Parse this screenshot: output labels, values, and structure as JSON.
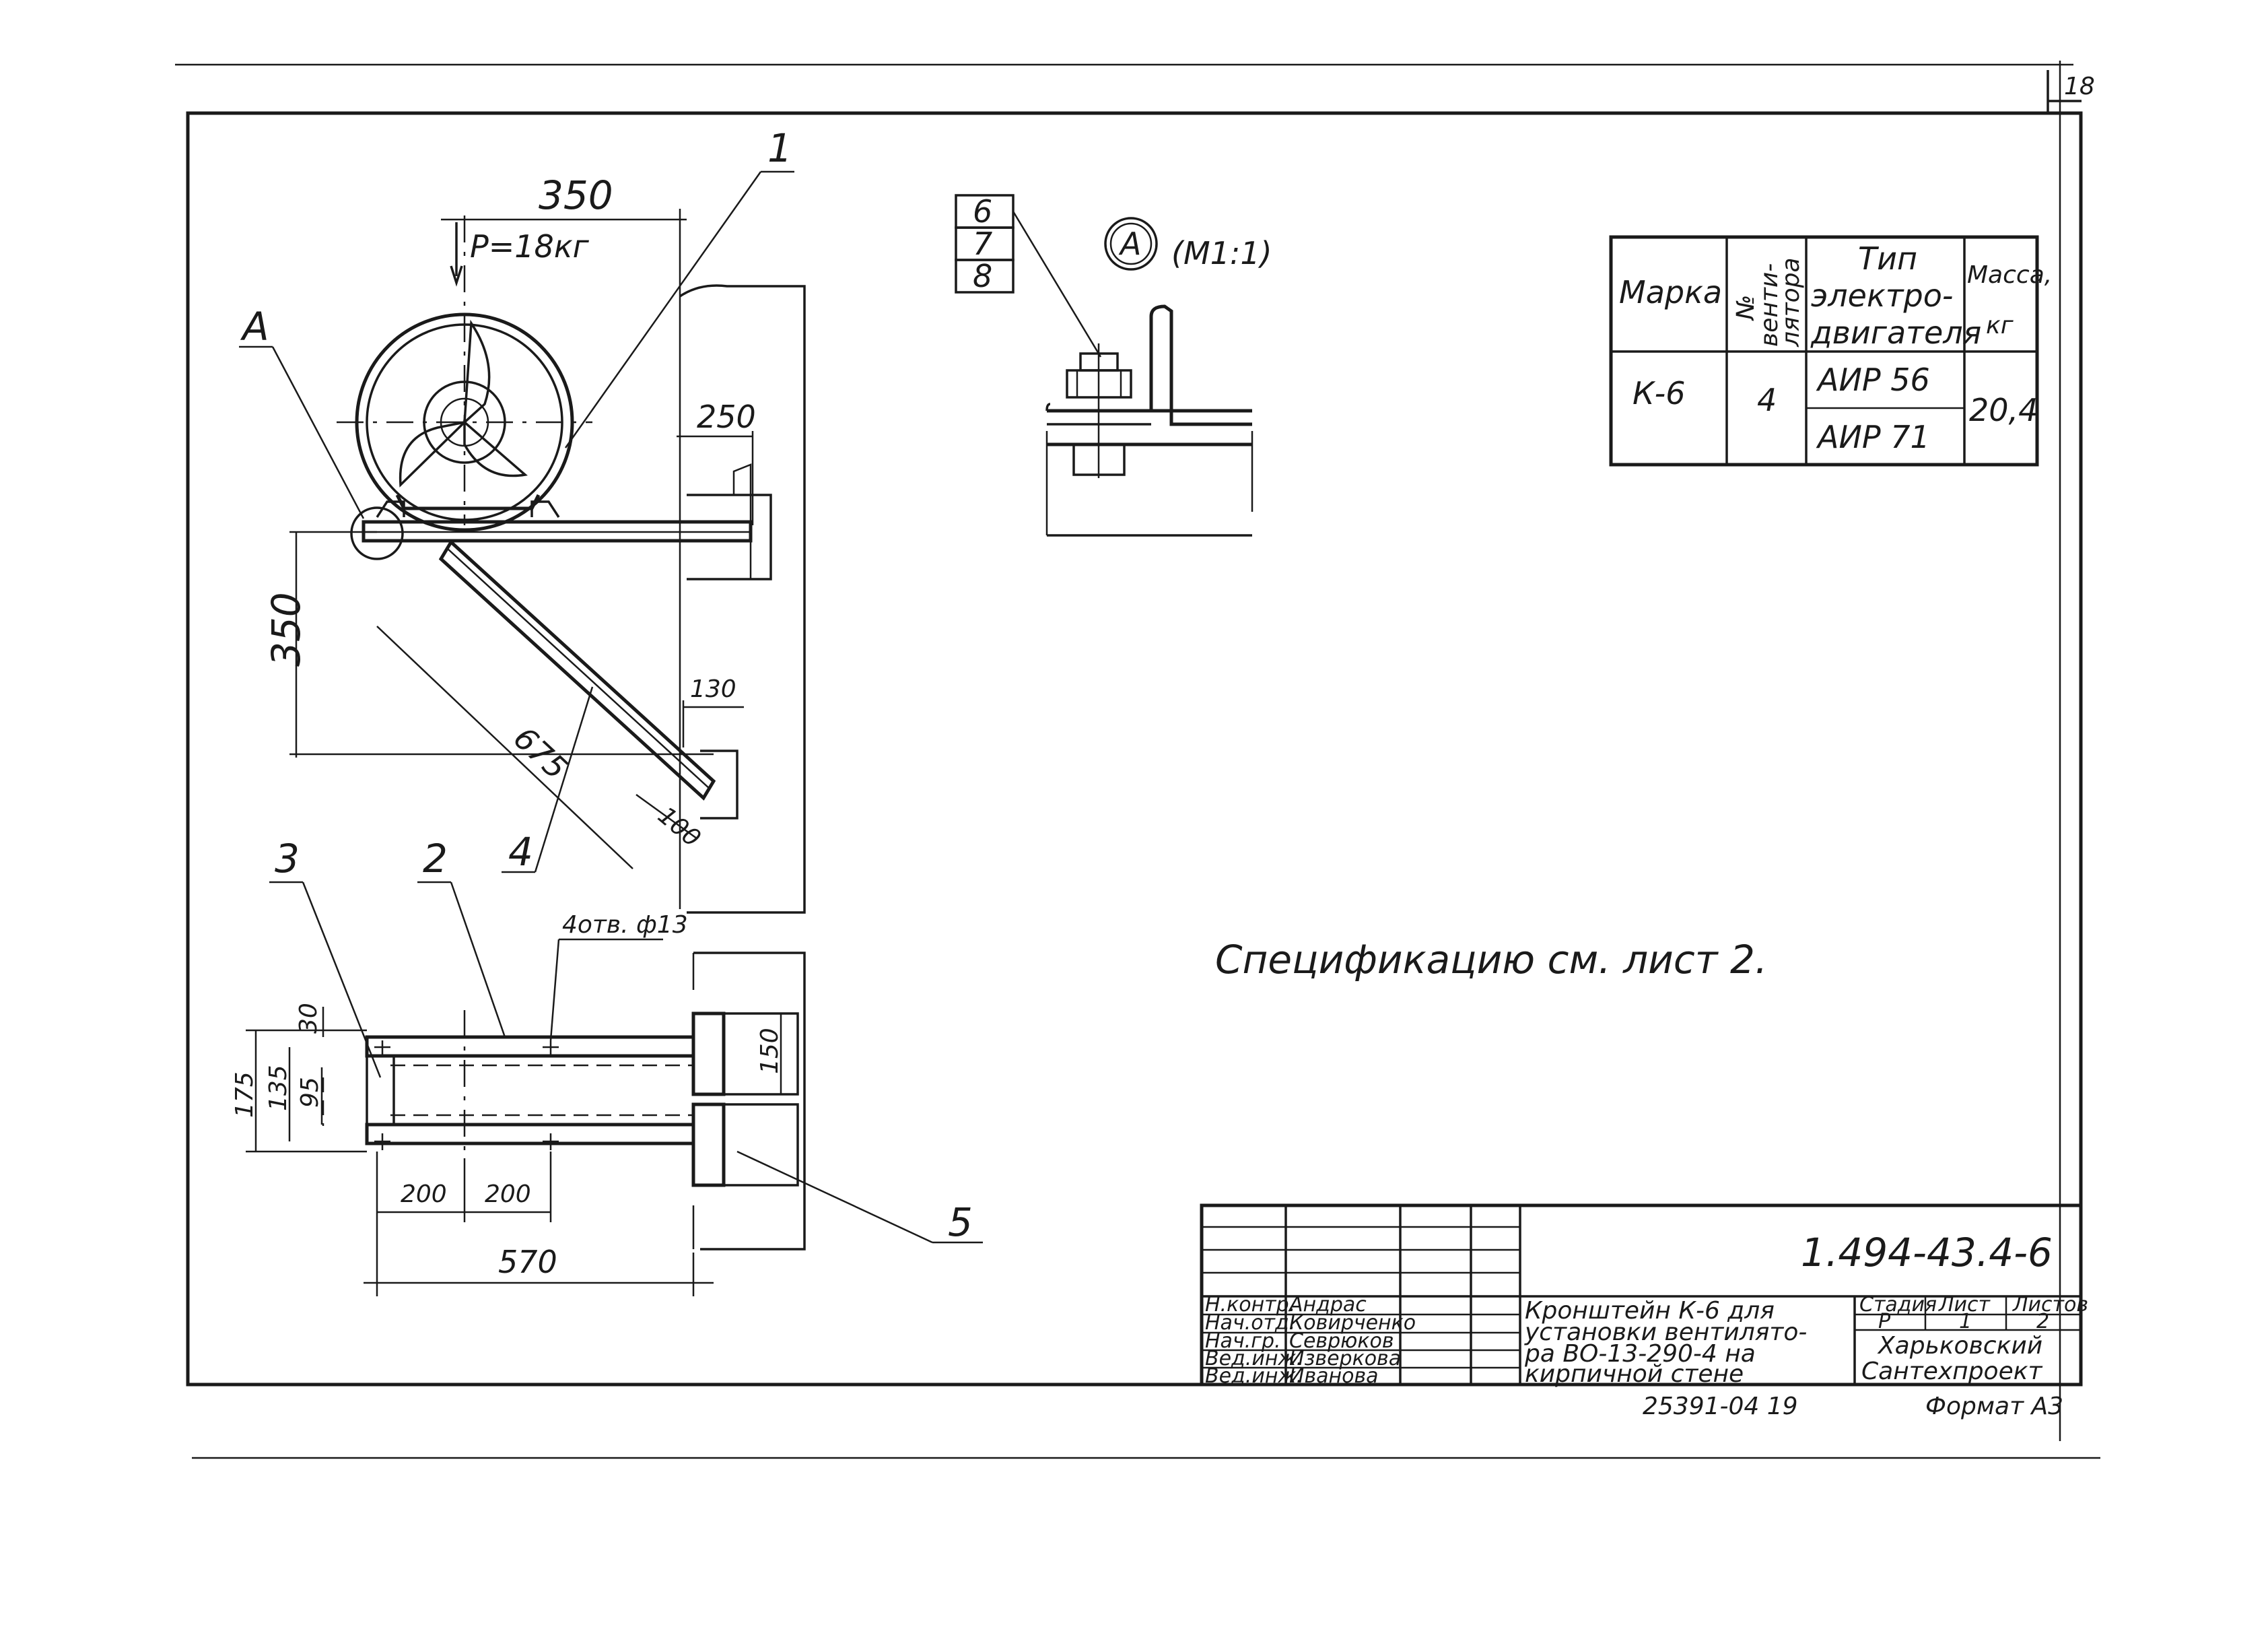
{
  "sheet": {
    "page_number": "18",
    "doc_code": "1.494-43.4-6",
    "bottom_code": "25391-04 19",
    "format": "Формат А3",
    "spec_note": "Спецификацию см. лист 2."
  },
  "drawing": {
    "dims": {
      "d350_top": "350",
      "d350_left": "350",
      "d250": "250",
      "d675": "675",
      "d130": "130",
      "d100": "100",
      "load": "P=18кг",
      "d30": "30",
      "d175": "175",
      "d135": "135",
      "d95": "95",
      "d150": "150",
      "d200a": "200",
      "d200b": "200",
      "d570": "570",
      "hole_note": "4отв. ф13"
    },
    "callouts": [
      "1",
      "2",
      "3",
      "4",
      "5"
    ],
    "view_a_label": "А",
    "detail": {
      "letter": "А",
      "scale": "(М1:1)",
      "parts": [
        "6",
        "7",
        "8"
      ]
    }
  },
  "spec_table": {
    "headers": [
      "Марка",
      "№ вентилятора",
      "Тип электро-двигателя",
      "Масса, кг"
    ],
    "header_lines": {
      "fan_1": "№",
      "fan_2": "венти-",
      "fan_3": "лятора",
      "motor_1": "Тип",
      "motor_2": "электро-",
      "motor_3": "двигателя",
      "mass_1": "Масса,",
      "mass_2": "кг"
    },
    "row": {
      "mark": "К-6",
      "fan": "4",
      "motor_1": "АИР 56",
      "motor_2": "АИР 71",
      "mass": "20,4"
    }
  },
  "title_block": {
    "roles": [
      "Н.контр.",
      "Нач.отд.",
      "Нач.гр.",
      "Вед.инж.",
      "Вед.инж."
    ],
    "names": [
      "Андрас",
      "Ковирченко",
      "Севрюков",
      "Изверкова",
      "Иванова"
    ],
    "title_lines": [
      "Кронштейн К-6 для",
      "установки вентилято-",
      "ра ВО-13-290-4 на",
      "кирпичной стене"
    ],
    "stage_label": "Стадия",
    "sheet_label": "Лист",
    "sheets_label": "Листов",
    "stage": "Р",
    "sheet": "1",
    "sheets": "2",
    "org_lines": [
      "Харьковский",
      "Сантехпроект"
    ]
  }
}
